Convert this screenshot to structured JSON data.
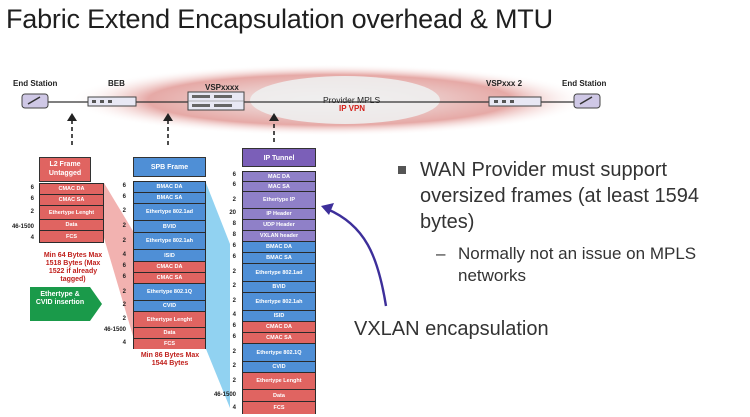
{
  "title": "Fabric Extend Encapsulation overhead & MTU",
  "network": {
    "end_station_left": "End Station",
    "beb": "BEB",
    "vsp_left": "VSPxxxx",
    "cloud_label": "Provider MPLS",
    "cloud_sublabel": "IP VPN",
    "vsp_right": "VSPxxx 2",
    "end_station_right": "End Station"
  },
  "l2_frame": {
    "header": "L2 Frame Untagged",
    "fields": [
      {
        "name": "CMAC DA",
        "bytes": "6"
      },
      {
        "name": "CMAC SA",
        "bytes": "6"
      },
      {
        "name": "Ethertype Lenght",
        "bytes": "2"
      },
      {
        "name": "Data",
        "bytes": "46-1500"
      },
      {
        "name": "FCS",
        "bytes": "4"
      }
    ],
    "note": "Min 64 Bytes Max 1518 Bytes (Max 1522 if already tagged)"
  },
  "insertion_label": "Ethertype & CVID insertion",
  "spb_frame": {
    "header": "SPB Frame",
    "fields": [
      {
        "name": "BMAC DA",
        "bytes": "6"
      },
      {
        "name": "BMAC SA",
        "bytes": "6"
      },
      {
        "name": "Ethertype 802.1ad",
        "bytes": "2"
      },
      {
        "name": "BVID",
        "bytes": "2"
      },
      {
        "name": "Ethertype 802.1ah",
        "bytes": "2"
      },
      {
        "name": "ISID",
        "bytes": "4"
      },
      {
        "name": "CMAC DA",
        "bytes": "6"
      },
      {
        "name": "CMAC SA",
        "bytes": "6"
      },
      {
        "name": "Ethertype 802.1Q",
        "bytes": "2"
      },
      {
        "name": "CVID",
        "bytes": "2"
      },
      {
        "name": "Ethertype Lenght",
        "bytes": "2"
      },
      {
        "name": "Data",
        "bytes": "46-1500"
      },
      {
        "name": "FCS",
        "bytes": "4"
      }
    ],
    "note": "Min 86 Bytes Max 1544 Bytes"
  },
  "ip_tunnel": {
    "header": "IP Tunnel",
    "fields": [
      {
        "name": "MAC DA",
        "bytes": "6"
      },
      {
        "name": "MAC SA",
        "bytes": "6"
      },
      {
        "name": "Ethertype IP",
        "bytes": "2"
      },
      {
        "name": "IP Header",
        "bytes": "20"
      },
      {
        "name": "UDP Header",
        "bytes": "8"
      },
      {
        "name": "VXLAN header",
        "bytes": "8"
      },
      {
        "name": "BMAC DA",
        "bytes": "6"
      },
      {
        "name": "BMAC SA",
        "bytes": "6"
      },
      {
        "name": "Ethertype 802.1ad",
        "bytes": "2"
      },
      {
        "name": "BVID",
        "bytes": "2"
      },
      {
        "name": "Ethertype 802.1ah",
        "bytes": "2"
      },
      {
        "name": "ISID",
        "bytes": "4"
      },
      {
        "name": "CMAC DA",
        "bytes": "6"
      },
      {
        "name": "CMAC SA",
        "bytes": "6"
      },
      {
        "name": "Ethertype 802.1Q",
        "bytes": "2"
      },
      {
        "name": "CVID",
        "bytes": "2"
      },
      {
        "name": "Ethertype Lenght",
        "bytes": "2"
      },
      {
        "name": "Data",
        "bytes": "46-1500"
      },
      {
        "name": "FCS",
        "bytes": "4"
      }
    ]
  },
  "bullets": {
    "main": "WAN Provider must support oversized frames (at least 1594 bytes)",
    "sub": "Normally not an issue on MPLS networks"
  },
  "vxlan_label": "VXLAN encapsulation",
  "colors": {
    "red": "#e06461",
    "blue": "#4f8fd6",
    "purple": "#8f80c8",
    "green": "#1a9a4a"
  }
}
